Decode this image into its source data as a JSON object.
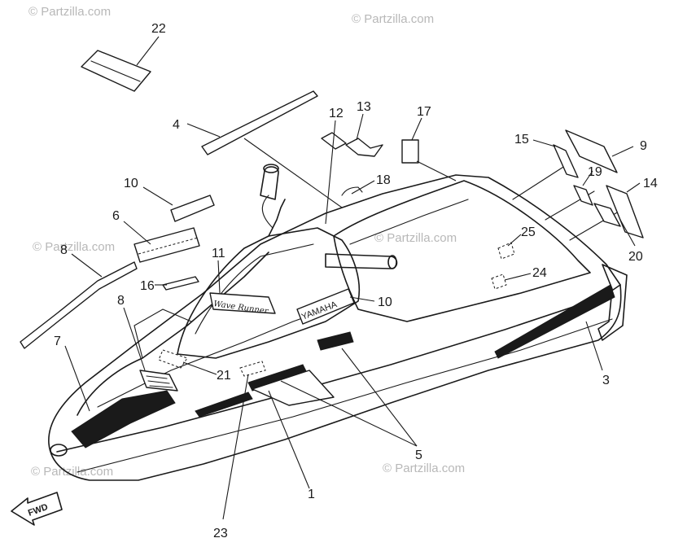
{
  "watermarks": [
    {
      "text": "© Partzilla.com"
    },
    {
      "text": "© Partzilla.com"
    },
    {
      "text": "© Partzilla.com"
    },
    {
      "text": "© Partzilla.com"
    },
    {
      "text": "© Partzilla.com"
    },
    {
      "text": "© Partzilla.com"
    }
  ],
  "callouts": [
    "22",
    "4",
    "12",
    "13",
    "17",
    "15",
    "9",
    "19",
    "14",
    "20",
    "10",
    "18",
    "6",
    "8",
    "11",
    "16",
    "10",
    "25",
    "24",
    "7",
    "8",
    "21",
    "3",
    "5",
    "1",
    "23"
  ],
  "decal_text": {
    "brand": "YAMAHA",
    "model_script": "Wave Runner"
  },
  "direction_arrow": {
    "label": "FWD"
  }
}
